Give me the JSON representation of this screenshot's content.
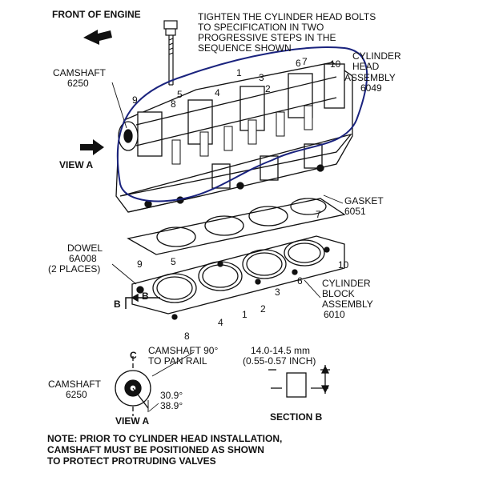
{
  "front_of_engine": "FRONT OF ENGINE",
  "instruction": [
    "TIGHTEN THE CYLINDER HEAD BOLTS",
    "TO SPECIFICATION IN TWO",
    "PROGRESSIVE STEPS IN THE",
    "SEQUENCE SHOWN"
  ],
  "camshaft_top": {
    "name": "CAMSHAFT",
    "code": "6250"
  },
  "cylinder_head": {
    "line1": "CYLINDER",
    "line2": "HEAD",
    "line3": "ASSEMBLY",
    "code": "6049"
  },
  "view_a": "VIEW A",
  "gasket": {
    "name": "GASKET",
    "code": "6051"
  },
  "dowel": {
    "name": "DOWEL",
    "code": "6A008",
    "note": "(2 PLACES)"
  },
  "cylinder_block": {
    "line1": "CYLINDER",
    "line2": "BLOCK",
    "line3": "ASSEMBLY",
    "code": "6010"
  },
  "section_marker": "B",
  "camshaft_90": [
    "CAMSHAFT 90°",
    "TO PAN RAIL"
  ],
  "centerline": "C",
  "camshaft_bottom": {
    "name": "CAMSHAFT",
    "code": "6250"
  },
  "angles": [
    "30.9°",
    "38.9°"
  ],
  "view_a_bottom": "VIEW A",
  "dimension": [
    "14.0-14.5 mm",
    "(0.55-0.57 INCH)"
  ],
  "section_b": "SECTION B",
  "note": [
    "NOTE:  PRIOR TO CYLINDER HEAD INSTALLATION,",
    "CAMSHAFT MUST BE POSITIONED AS SHOWN",
    "TO PROTECT PROTRUDING VALVES"
  ],
  "head_sequence": [
    "1",
    "2",
    "3",
    "4",
    "5",
    "6",
    "7",
    "8",
    "9",
    "10"
  ],
  "block_sequence": [
    "1",
    "2",
    "3",
    "4",
    "5",
    "6",
    "7",
    "8",
    "9",
    "10"
  ],
  "colors": {
    "ink": "#111111",
    "annotation": "#1a237e"
  }
}
